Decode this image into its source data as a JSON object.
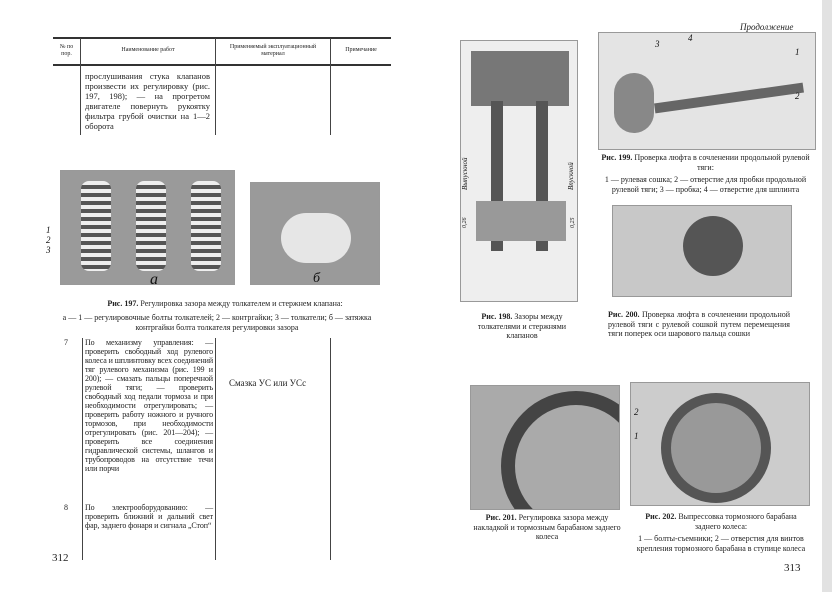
{
  "left_page": {
    "continuation": "Продолжение",
    "table_headers": [
      "№ по пор.",
      "Наименование работ",
      "Применяемый эксплуатационный материал",
      "Примечание"
    ],
    "row_cont_text": "прослушивания стука клапанов произвести их регулировку (рис. 197, 198); — на прогретом двигателе повернуть рукоятку фильтра грубой очистки на 1—2 оборота",
    "fig197": {
      "labels": [
        "1",
        "2",
        "3",
        "а",
        "б"
      ],
      "title_num": "Рис. 197.",
      "title": "Регулировка зазора между толкателем и стержнем клапана:",
      "legend": "а — 1 — регулировочные болты толкателей; 2 — контргайки; 3 — толкатели; б — затяжка контргайки болта толкателя регулировки зазора"
    },
    "rows": [
      {
        "num": "7",
        "text": "По механизму управления: — проверить свободный ход рулевого колеса и шплинтовку всех соединений тяг рулевого механизма (рис. 199 и 200); — смазать пальцы поперечной рулевой тяги; — проверить свободный ход педали тормоза и при необходимости отрегулировать; — проверить работу ножного и ручного тормозов, при необходимости отрегулировать (рис. 201—204); — проверить все соединения гидравлической системы, шлангов и трубопроводов на отсутствие течи или порчи",
        "material": "Смазка УС или УСс"
      },
      {
        "num": "8",
        "text": "По электрооборудованию: — проверить ближний и дальний свет фар, заднего фонаря и сигнала „Стоп“",
        "material": ""
      }
    ],
    "page_number": "312"
  },
  "right_page": {
    "fig198": {
      "labels": [
        "Выпускной",
        "Впускной",
        "0,26",
        "0,25"
      ],
      "title_num": "Рис. 198.",
      "title": "Зазоры между толкателями и стержнями клапанов"
    },
    "fig199": {
      "labels": [
        "3",
        "4",
        "1",
        "2"
      ],
      "title_num": "Рис. 199.",
      "title": "Проверка люфта в сочленении продольной рулевой тяги:",
      "legend": "1 — рулевая сошка; 2 — отверстие для пробки продольной рулевой тяги; 3 — пробка; 4 — отверстие для шплинта"
    },
    "fig200": {
      "title_num": "Рис. 200.",
      "title": "Проверка люфта в сочленении продольной рулевой тяги с рулевой сошкой путем перемещения тяги поперек оси шарового пальца сошки"
    },
    "fig201": {
      "title_num": "Рис. 201.",
      "title": "Регулировка зазора между накладкой и тормозным барабаном заднего колеса"
    },
    "fig202": {
      "labels": [
        "2",
        "1"
      ],
      "title_num": "Рис. 202.",
      "title": "Выпрессовка тормозного барабана заднего колеса:",
      "legend": "1 — болты-съемники; 2 — отверстия для винтов крепления тормозного барабана в ступице колеса"
    },
    "page_number": "313"
  }
}
